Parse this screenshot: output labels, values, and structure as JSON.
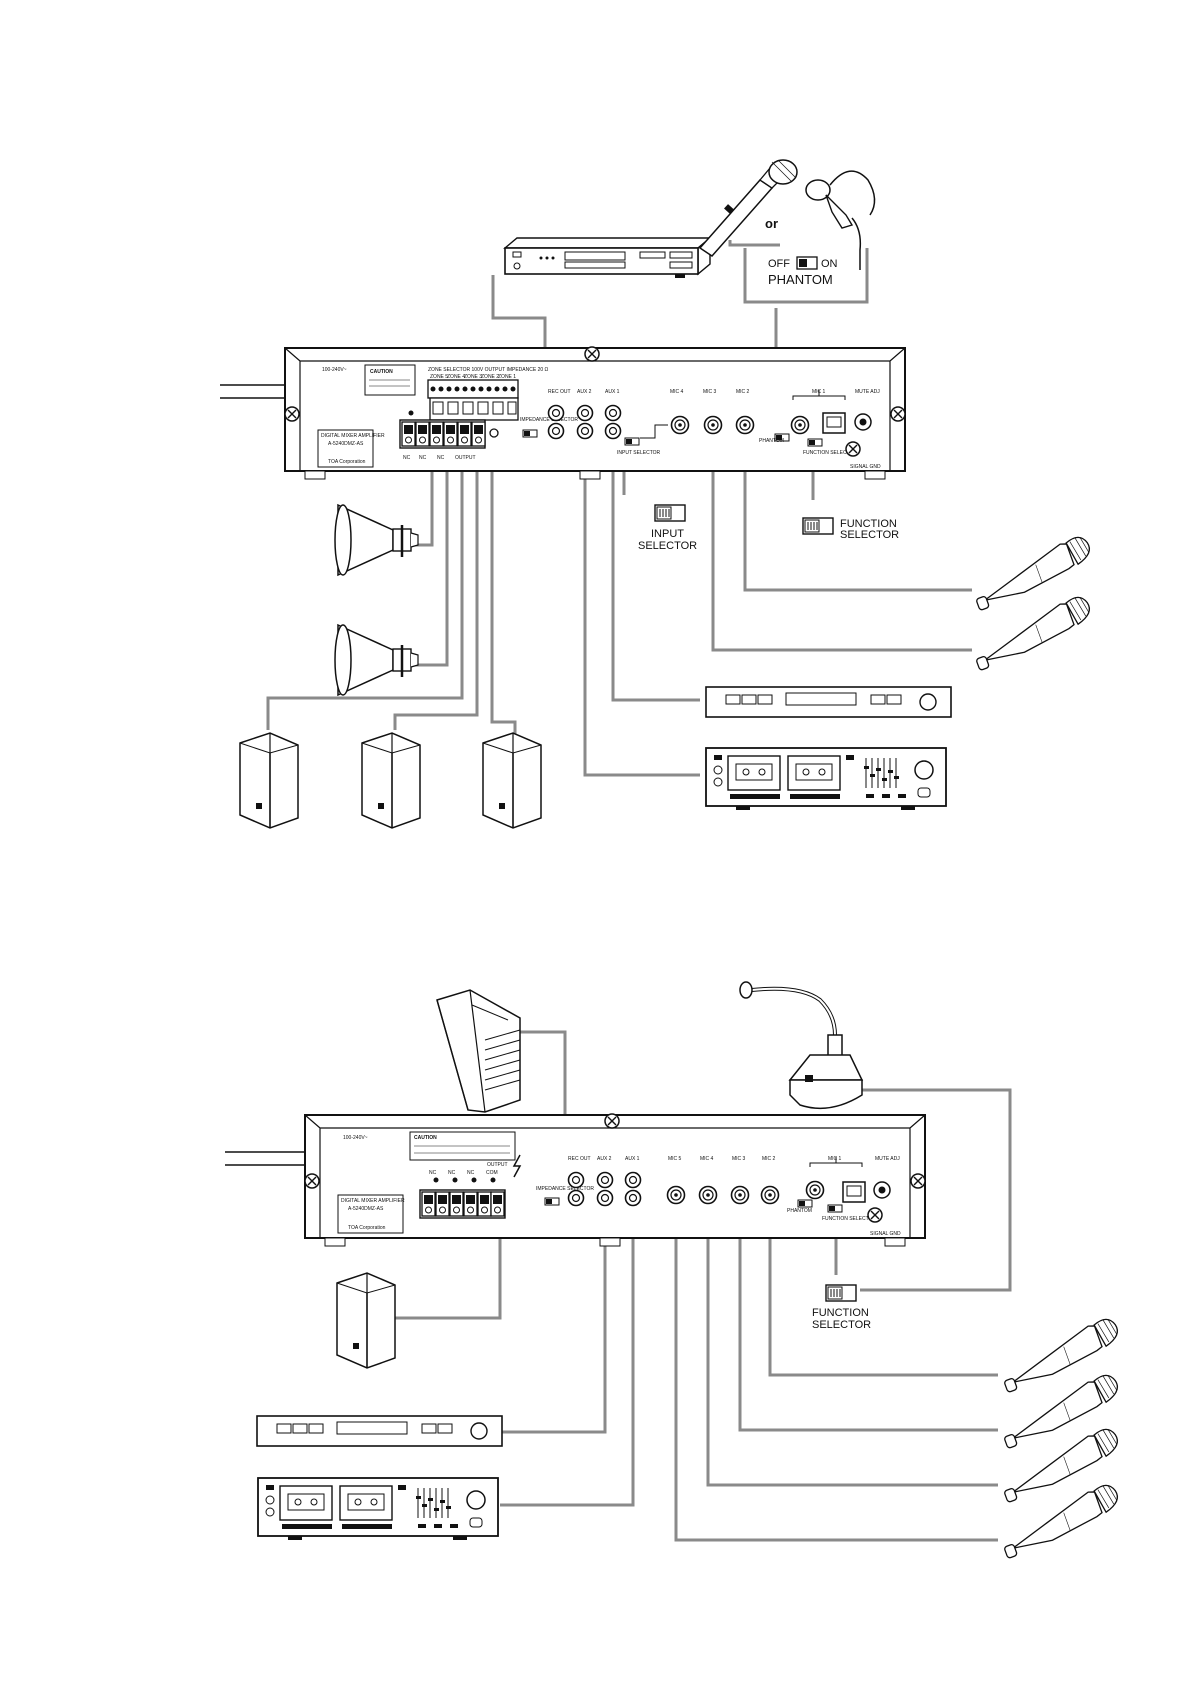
{
  "top": {
    "or_text": "or",
    "phantom_switch": {
      "off": "OFF",
      "on": "ON",
      "title": "PHANTOM"
    },
    "input_selector": [
      "INPUT",
      "SELECTOR"
    ],
    "function_selector": [
      "FUNCTION",
      "SELECTOR"
    ],
    "amp": {
      "power_label": "100-240V~",
      "caution": "CAUTION",
      "zone_header": "ZONE SELECTOR 100V OUTPUT IMPEDANCE 20 Ω",
      "zones": [
        "ZONE 5",
        "ZONE 4",
        "ZONE 3",
        "ZONE 2",
        "ZONE 1"
      ],
      "rec_out": "REC OUT",
      "aux2": "AUX 2",
      "aux1": "AUX 1",
      "mic4": "MIC 4",
      "mic3": "MIC 3",
      "mic2": "MIC 2",
      "mic1": "MIC 1",
      "mute": "MUTE ADJ",
      "impedance": "IMPEDANCE SELECTOR",
      "input_sel": "INPUT SELECTOR",
      "phantom": "PHANTOM",
      "function_sel": "FUNCTION SELECTOR",
      "signal_gnd": "SIGNAL GND",
      "terminals": [
        "NC",
        "NC",
        "NC",
        "OUTPUT"
      ],
      "nameplate": [
        "DIGITAL MIXER AMPLIFIER",
        "A-5240DMZ-AS",
        "TOA Corporation"
      ]
    }
  },
  "bottom": {
    "function_selector": [
      "FUNCTION",
      "SELECTOR"
    ],
    "amp": {
      "power_label": "100-240V~",
      "caution": "CAUTION",
      "rec_out": "REC OUT",
      "aux2": "AUX 2",
      "aux1": "AUX 1",
      "mic5": "MIC 5",
      "mic4": "MIC 4",
      "mic3": "MIC 3",
      "mic2": "MIC 2",
      "mic1": "MIC 1",
      "mute": "MUTE ADJ",
      "impedance": "IMPEDANCE SELECTOR",
      "phantom": "PHANTOM",
      "function_sel": "FUNCTION SELECTOR",
      "signal_gnd": "SIGNAL GND",
      "output": "OUTPUT",
      "terminals": [
        "NC",
        "NC",
        "NC",
        "COM"
      ],
      "nameplate": [
        "DIGITAL MIXER AMPLIFIER",
        "A-5240DMZ-AS",
        "TOA Corporation"
      ]
    }
  },
  "colors": {
    "line": "#111111",
    "cable": "#8a8a8a"
  }
}
